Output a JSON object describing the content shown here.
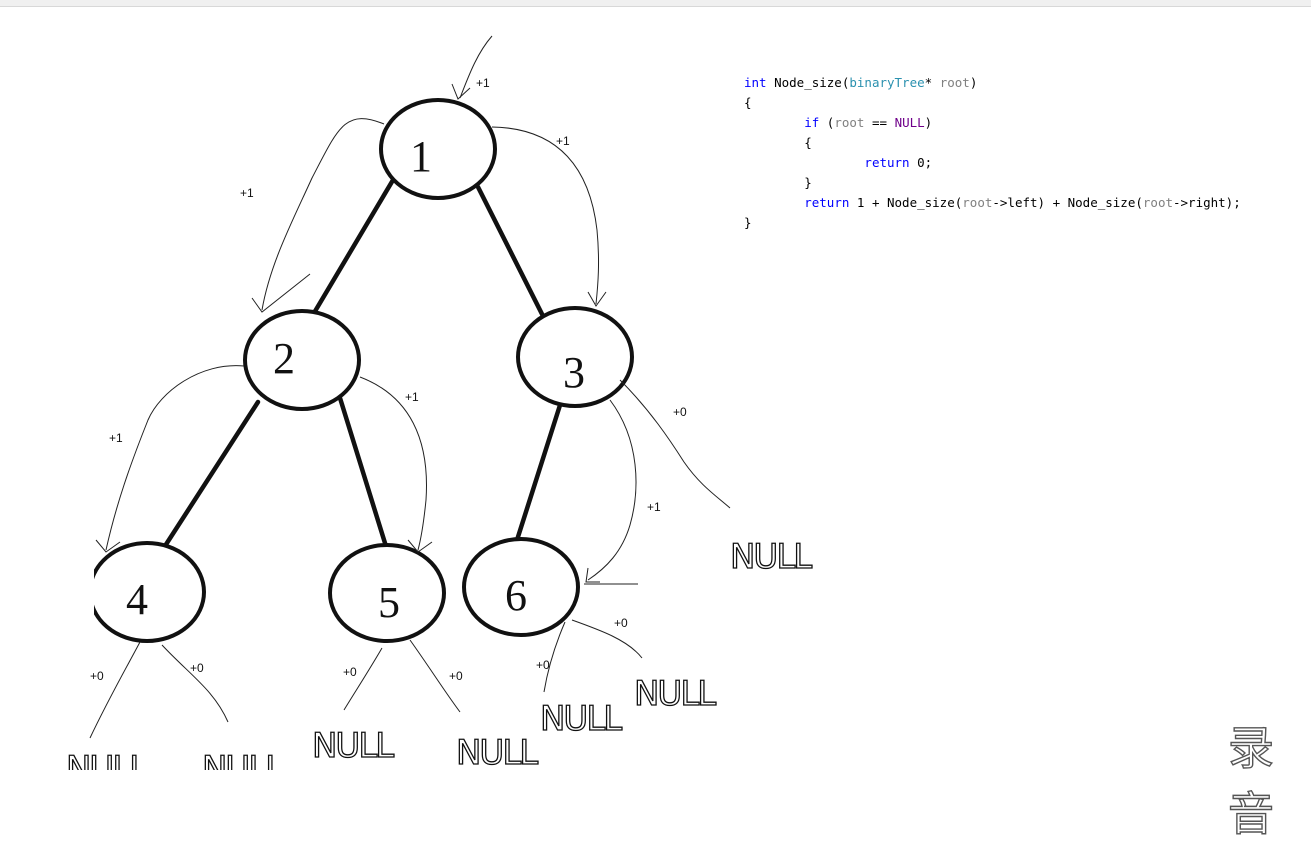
{
  "tree": {
    "nodes": [
      {
        "id": "n1",
        "label": "1"
      },
      {
        "id": "n2",
        "label": "2"
      },
      {
        "id": "n3",
        "label": "3"
      },
      {
        "id": "n4",
        "label": "4"
      },
      {
        "id": "n5",
        "label": "5"
      },
      {
        "id": "n6",
        "label": "6"
      }
    ],
    "edges": [
      {
        "from": "n1",
        "to": "n2"
      },
      {
        "from": "n1",
        "to": "n3"
      },
      {
        "from": "n2",
        "to": "n4"
      },
      {
        "from": "n2",
        "to": "n5"
      },
      {
        "from": "n3",
        "to": "n6"
      }
    ],
    "edge_labels": {
      "root": "+1",
      "n1_left": "+1",
      "n1_right": "+1",
      "n2_left": "+1",
      "n2_right": "+1",
      "n3_left": "+1",
      "n3_right": "+0",
      "n4_left": "+0",
      "n4_right": "+0",
      "n5_left": "+0",
      "n5_right": "+0",
      "n6_left": "+0",
      "n6_right": "+0"
    },
    "null_labels": {
      "n3_right": "NULL",
      "n4_left": "NULL",
      "n4_right": "NULL",
      "n5_left": "NULL",
      "n5_right": "NULL",
      "n6_left": "NULL",
      "n6_right": "NULL"
    }
  },
  "code": {
    "l1_kw": "int",
    "l1_fn": " Node_size(",
    "l1_type": "binaryTree",
    "l1_star": "* ",
    "l1_param": "root",
    "l1_end": ")",
    "l2": "{",
    "l3_indent": "        ",
    "l3_kw": "if",
    "l3_open": " (",
    "l3_param": "root",
    "l3_eq": " == ",
    "l3_macro": "NULL",
    "l3_close": ")",
    "l4": "        {",
    "l5_indent": "                ",
    "l5_kw": "return",
    "l5_rest": " 0;",
    "l6": "        }",
    "l7_indent": "        ",
    "l7_kw": "return",
    "l7_a": " 1 + Node_size(",
    "l7_p1": "root",
    "l7_b": "->left) + Node_size(",
    "l7_p2": "root",
    "l7_c": "->right);",
    "l8": "}"
  },
  "watermark": "录音",
  "colors": {
    "keyword": "#0000ff",
    "type": "#2b91af",
    "param": "#808080",
    "macro": "#6f008a",
    "ink": "#111111"
  }
}
